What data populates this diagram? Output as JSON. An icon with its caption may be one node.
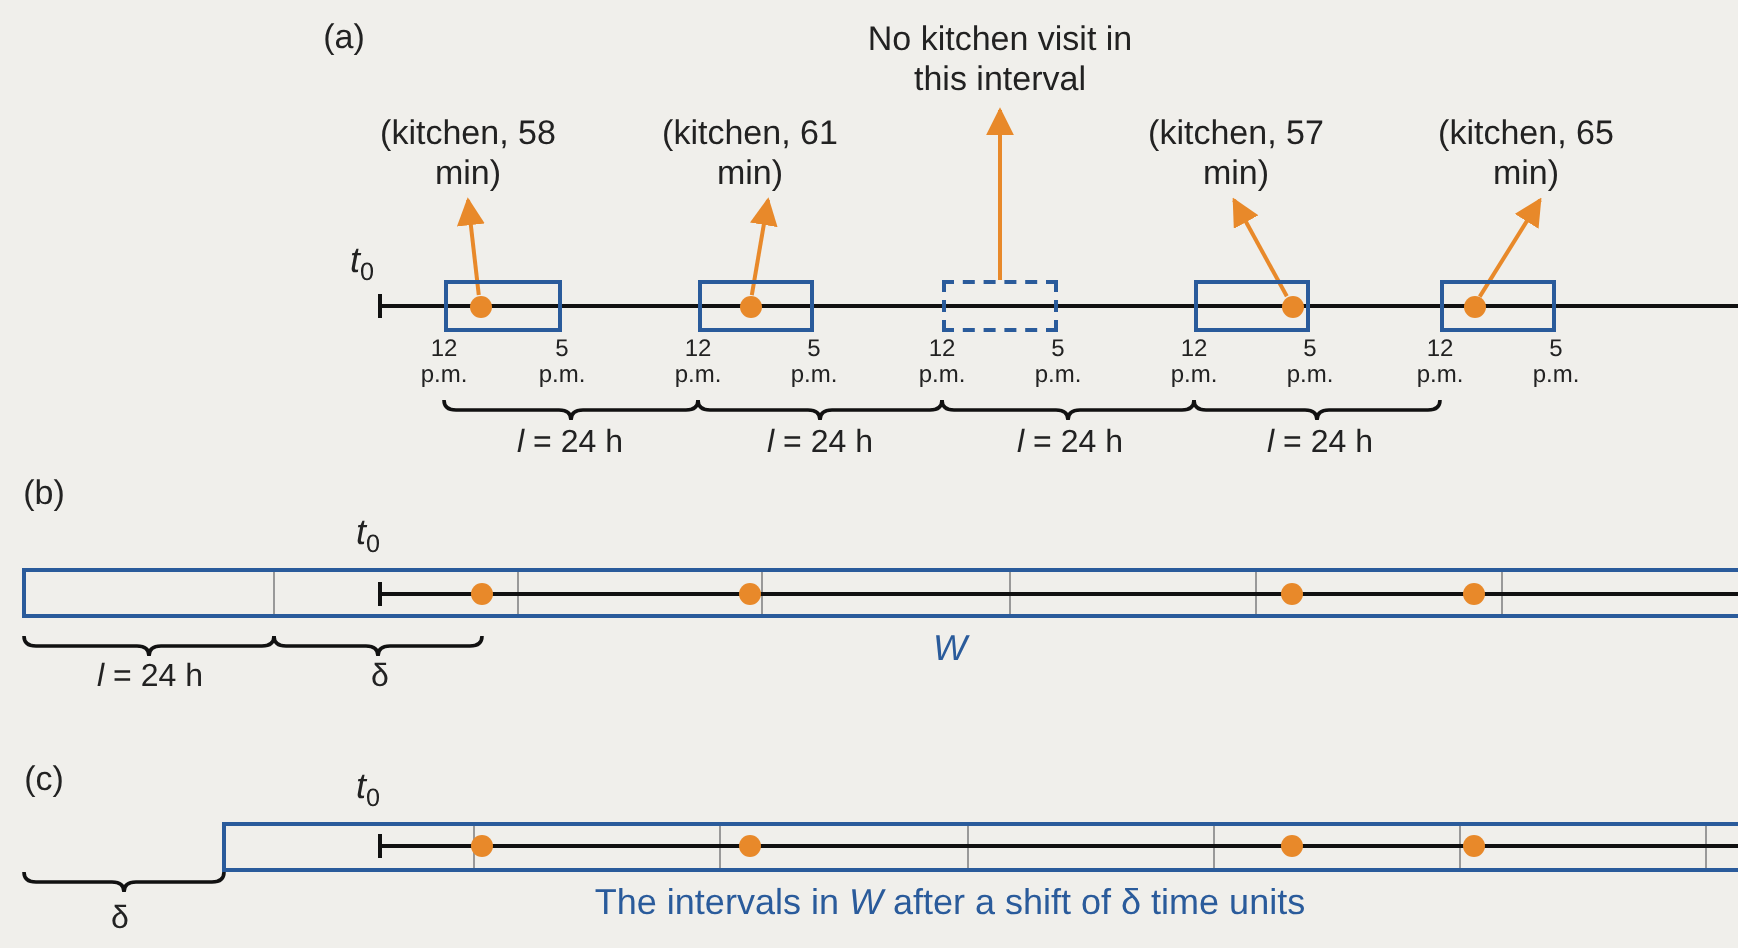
{
  "diagram": {
    "nodes": [
      {
        "text": [
          "(kitchen, 58 min)"
        ]
      },
      {
        "text": [
          "(kitchen, 61 min)"
        ]
      },
      {
        "text": [
          "No kitchen visit in this interval"
        ]
      },
      {
        "text": [
          "(kitchen, 57 min)"
        ]
      },
      {
        "text": [
          "(kitchen, 65 min)"
        ]
      },
      {
        "text": [],
        "shape": "box"
      },
      {
        "text": [],
        "shape": "box"
      },
      {
        "text": [],
        "shape": "box"
      },
      {
        "text": [],
        "shape": "box"
      },
      {
        "text": [],
        "shape": "box"
      },
      {
        "text": [],
        "shape": "circle",
        "in": 5
      },
      {
        "text": [],
        "shape": "circle",
        "in": 6
      },
      {
        "text": [],
        "shape": "circle",
        "in": 8
      },
      {
        "text": [],
        "shape": "circle",
        "in": 9
      }
    ],
    "edges": [
      {
        "from": 10,
        "to": 0,
        "arrow": "to"
      },
      {
        "from": 11,
        "to": 1,
        "arrow": "to"
      },
      {
        "from": 7,
        "to": 2,
        "arrow": "to"
      },
      {
        "from": 12,
        "to": 3,
        "arrow": "to"
      },
      {
        "from": 13,
        "to": 4,
        "arrow": "to"
      }
    ],
    "labels": [
      "(a)",
      "*t*$_{0}$",
      "12 p.m.",
      "5 p.m.",
      "12 p.m.",
      "5 p.m.",
      "12 p.m.",
      "5 p.m.",
      "12 p.m.",
      "5 p.m.",
      "12 p.m.",
      "5 p.m.",
      "*l* = 24 h",
      "*l* = 24 h",
      "*l* = 24 h",
      "*l* = 24 h",
      "(b)",
      "*t*$_{0}$",
      "*l* = 24 h",
      "δ",
      "W",
      "(c)",
      "*t*$_{0}$",
      "δ",
      "The intervals in *W* after a shift of δ time units"
    ]
  }
}
